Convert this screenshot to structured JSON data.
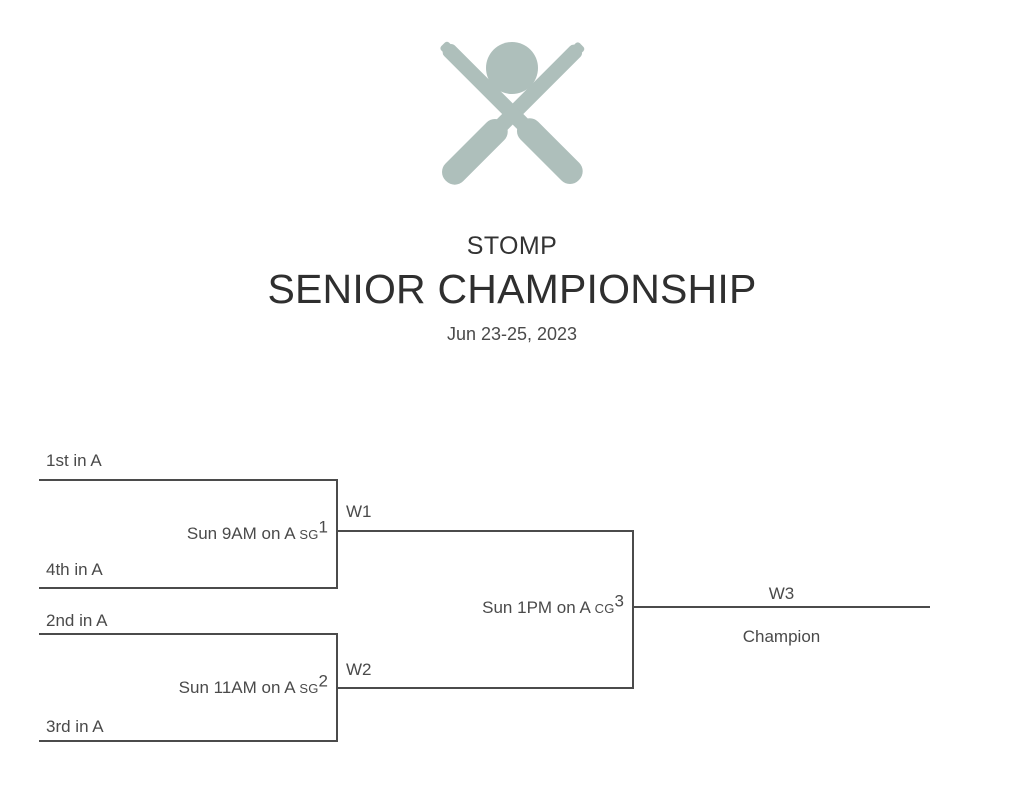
{
  "header": {
    "logo_icon": "crossed-baseball-bats-and-ball-icon",
    "logo_color": "#aebfbb",
    "organization": "STOMP",
    "title": "SENIOR CHAMPIONSHIP",
    "dates": "Jun 23-25, 2023"
  },
  "bracket": {
    "line_color": "#4b4b4b",
    "text_color": "#4a4a4a",
    "games": [
      {
        "id": "game-1",
        "code": "SG",
        "number": "1",
        "info": "Sun 9AM on A",
        "top_seed": "1st in A",
        "bottom_seed": "4th in A",
        "winner_label": "W1"
      },
      {
        "id": "game-2",
        "code": "SG",
        "number": "2",
        "info": "Sun 11AM on A",
        "top_seed": "2nd in A",
        "bottom_seed": "3rd in A",
        "winner_label": "W2"
      },
      {
        "id": "game-3",
        "code": "CG",
        "number": "3",
        "info": "Sun 1PM on A",
        "top_seed": "W1",
        "bottom_seed": "W2",
        "winner_label": "W3"
      }
    ],
    "champion_label": "Champion"
  }
}
